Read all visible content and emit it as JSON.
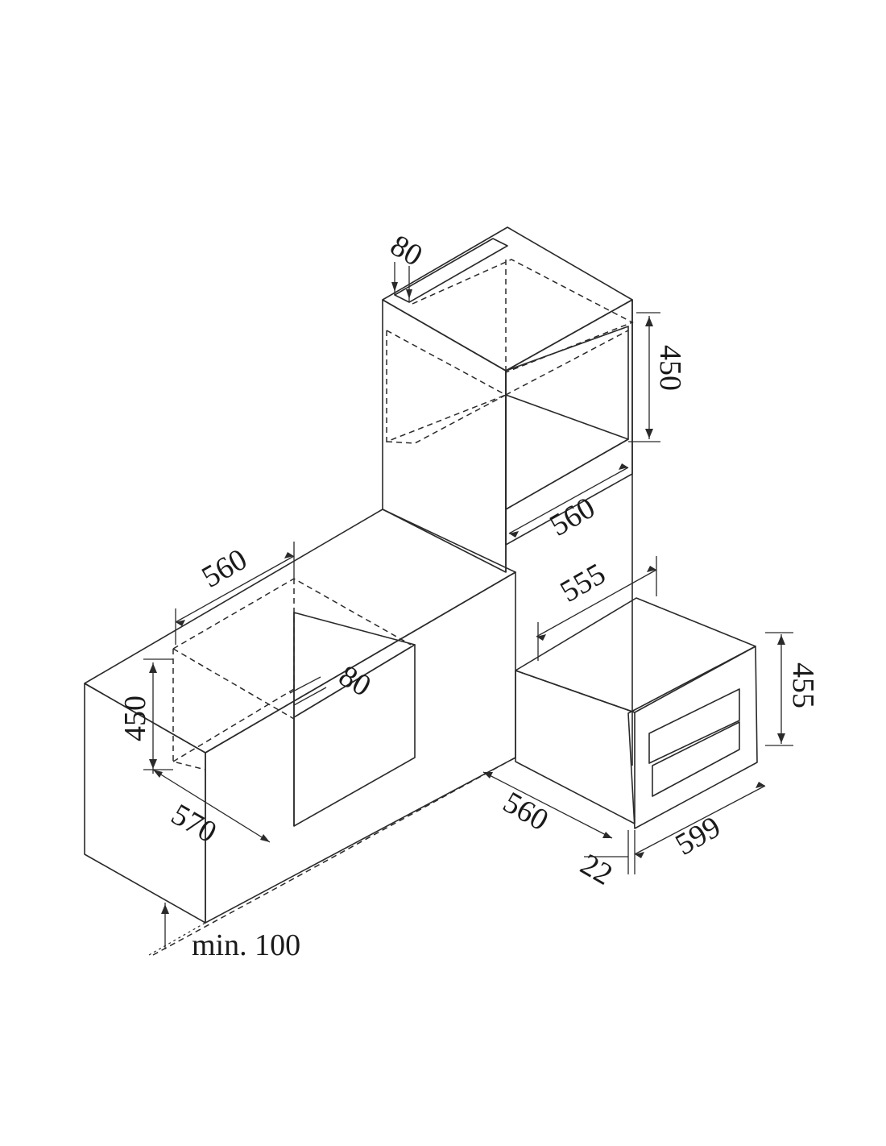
{
  "colors": {
    "background": "#ffffff",
    "top_face": "#7d7d7d",
    "front_face": "#dedede",
    "side_face": "#c4c4c4",
    "inner_face": "#cfcfcf",
    "line": "#2a2a2a"
  },
  "dimensions": {
    "tall_top_gap": "80",
    "tall_height": "450",
    "tall_width": "560",
    "oven_width": "555",
    "oven_height": "455",
    "oven_depth": "560",
    "oven_front_width": "599",
    "oven_front_depth": "22",
    "base_width": "560",
    "base_height": "450",
    "base_depth": "570",
    "base_gap": "80",
    "plinth": "min. 100"
  }
}
